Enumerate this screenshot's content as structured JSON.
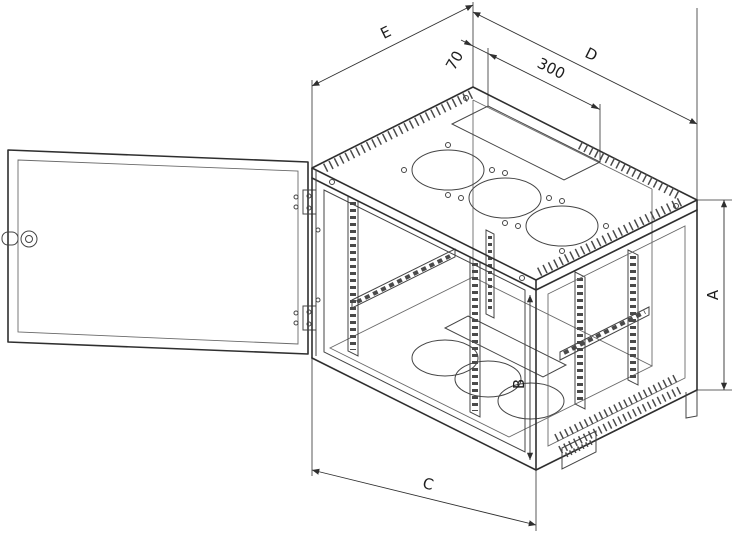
{
  "colors": {
    "line": "#2f2f2f",
    "background": "#ffffff"
  },
  "dimension_labels": {
    "E": "E",
    "n70": "70",
    "n300": "300",
    "D": "D",
    "A": "A",
    "B": "B",
    "C": "C"
  }
}
